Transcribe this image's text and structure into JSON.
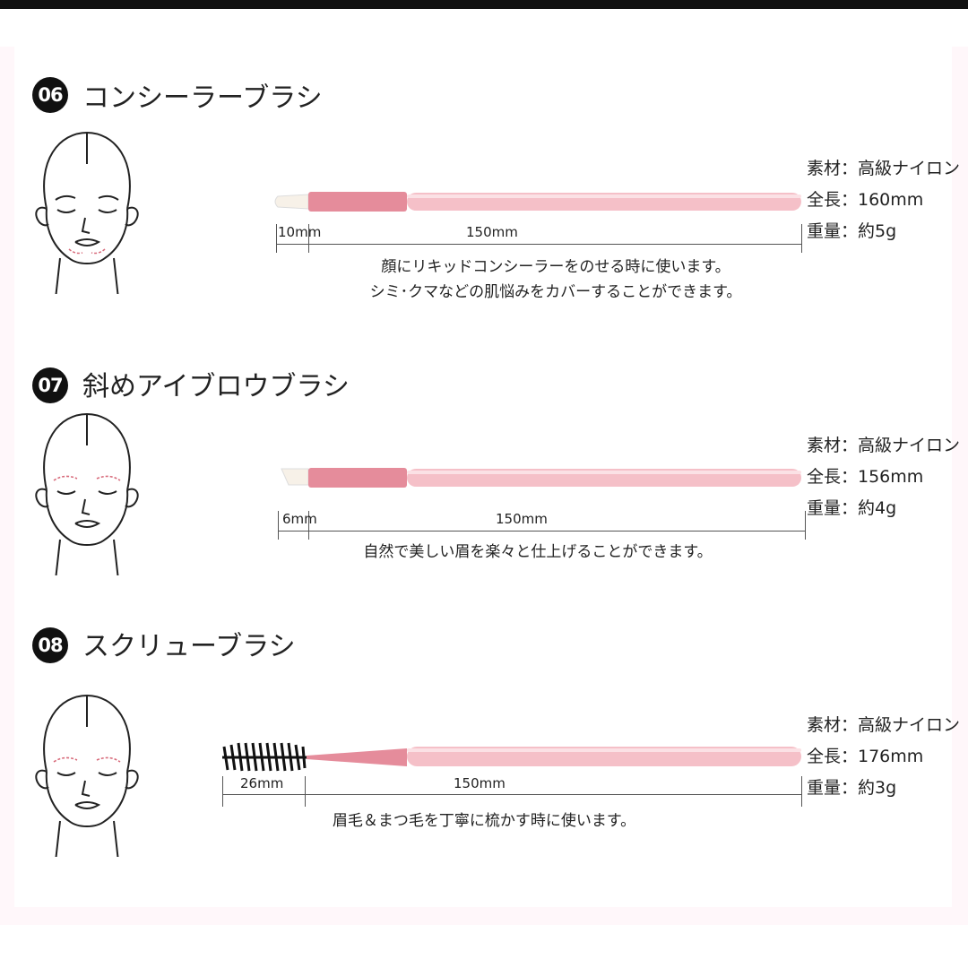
{
  "colors": {
    "handle": "#f5c0c8",
    "ferrule": "#e58c9b",
    "outline": "#222222",
    "accent": "#d76a7a"
  },
  "sections": [
    {
      "number": "06",
      "title": "コンシーラーブラシ",
      "specs": [
        "素材：高級ナイロン",
        "全長：160mm",
        "重量：約5g"
      ],
      "dims": [
        "10mm",
        "150mm"
      ],
      "desc": [
        "顔にリキッドコンシーラーをのせる時に使います。",
        "シミ･クマなどの肌悩みをカバーすることができます。"
      ]
    },
    {
      "number": "07",
      "title": "斜めアイブロウブラシ",
      "specs": [
        "素材：高級ナイロン",
        "全長：156mm",
        "重量：約4g"
      ],
      "dims": [
        "6mm",
        "150mm"
      ],
      "desc": [
        "自然で美しい眉を楽々と仕上げることができます。"
      ]
    },
    {
      "number": "08",
      "title": "スクリューブラシ",
      "specs": [
        "素材：高級ナイロン",
        "全長：176mm",
        "重量：約3g"
      ],
      "dims": [
        "26mm",
        "150mm"
      ],
      "desc": [
        "眉毛＆まつ毛を丁寧に梳かす時に使います。"
      ]
    }
  ]
}
